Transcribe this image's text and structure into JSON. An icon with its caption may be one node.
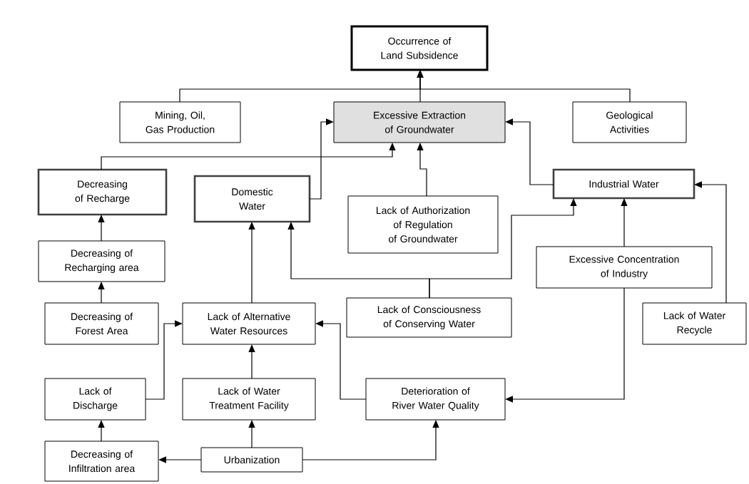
{
  "diagram": {
    "nodes": [
      {
        "text": [
          "Occurrence of Land Subsidence"
        ]
      },
      {
        "text": [
          "Mining, Oil, Gas Production"
        ]
      },
      {
        "text": [
          "Excessive Extraction of Groundwater"
        ]
      },
      {
        "text": [
          "Geological Activities"
        ]
      },
      {
        "text": [
          "Decreasing of Recharge"
        ]
      },
      {
        "text": [
          "Domestic Water"
        ]
      },
      {
        "text": [
          "Industrial Water"
        ]
      },
      {
        "text": [
          "Lack of Authorization of Regulation of Groundwater"
        ]
      },
      {
        "text": [
          "Decreasing of Recharging area"
        ]
      },
      {
        "text": [
          "Excessive Concentration of Industry"
        ]
      },
      {
        "text": [
          "Decreasing of Forest Area"
        ]
      },
      {
        "text": [
          "Lack of Alternative Water Resources"
        ]
      },
      {
        "text": [
          "Lack of Consciousness of Conserving Water"
        ]
      },
      {
        "text": [
          "Lack of Water Recycle"
        ]
      },
      {
        "text": [
          "Lack of Discharge"
        ]
      },
      {
        "text": [
          "Lack of Water Treatment Facility"
        ]
      },
      {
        "text": [
          "Deterioration of River Water Quality"
        ]
      },
      {
        "text": [
          "Decreasing of Infiltration area"
        ]
      },
      {
        "text": [
          "Urbanization"
        ]
      }
    ],
    "edges": [
      {
        "from": 1,
        "to": 0,
        "arrow": "to"
      },
      {
        "from": 2,
        "to": 0,
        "arrow": "to"
      },
      {
        "from": 3,
        "to": 0,
        "arrow": "to"
      },
      {
        "from": 4,
        "to": 2,
        "arrow": "to"
      },
      {
        "from": 5,
        "to": 2,
        "arrow": "to"
      },
      {
        "from": 7,
        "to": 2,
        "arrow": "to"
      },
      {
        "from": 6,
        "to": 2,
        "arrow": "to"
      },
      {
        "from": 13,
        "to": 6,
        "arrow": "to"
      },
      {
        "from": 9,
        "to": 6,
        "arrow": "to"
      },
      {
        "from": 12,
        "to": 5,
        "arrow": "to"
      },
      {
        "from": 12,
        "to": 6,
        "arrow": "to"
      },
      {
        "from": 11,
        "to": 5,
        "arrow": "to"
      },
      {
        "from": 10,
        "to": 8,
        "arrow": "to"
      },
      {
        "from": 8,
        "to": 4,
        "arrow": "to"
      },
      {
        "from": 14,
        "to": 11,
        "arrow": "to"
      },
      {
        "from": 16,
        "to": 11,
        "arrow": "to"
      },
      {
        "from": 15,
        "to": 11,
        "arrow": "to"
      },
      {
        "from": 9,
        "to": 16,
        "arrow": "to"
      },
      {
        "from": 18,
        "to": 15,
        "arrow": "to"
      },
      {
        "from": 18,
        "to": 17,
        "arrow": "to"
      },
      {
        "from": 18,
        "to": 16,
        "arrow": "to"
      },
      {
        "from": 17,
        "to": 14,
        "arrow": "to"
      }
    ]
  }
}
